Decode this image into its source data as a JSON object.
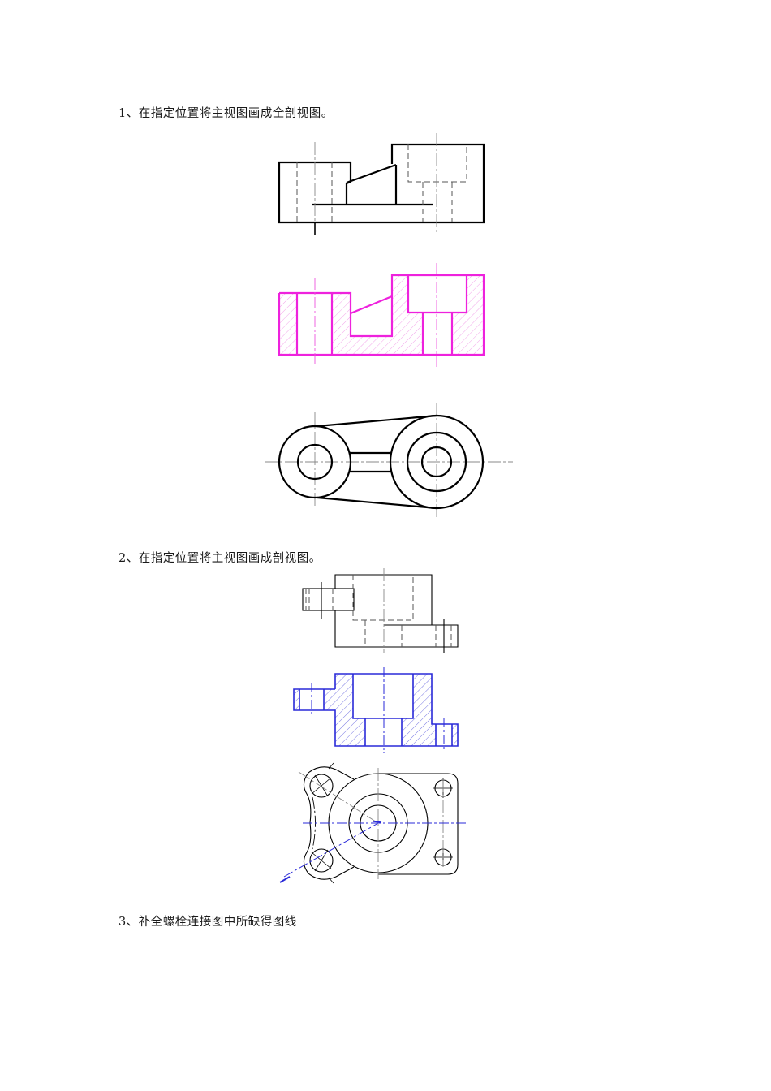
{
  "questions": [
    {
      "number": "1",
      "text": "1、在指定位置将主视图画成全剖视图。"
    },
    {
      "number": "2",
      "text": "2、在指定位置将主视图画成剖视图。"
    },
    {
      "number": "3",
      "text": "3、补全螺栓连接图中所缺得图线"
    }
  ],
  "figures": {
    "q1_front_view": {
      "label": "主视图 (original, hidden lines)",
      "color": "#000000"
    },
    "q1_section_answer": {
      "label": "全剖视图 (answer)",
      "color": "#ee22dd",
      "hatch": true
    },
    "q1_top_view": {
      "label": "俯视图",
      "color": "#000000"
    },
    "q2_front_view": {
      "label": "主视图 (original)",
      "color": "#000000"
    },
    "q2_section_answer": {
      "label": "剖视图 (answer)",
      "color": "#2a2ad8",
      "hatch": true
    },
    "q2_top_view": {
      "label": "俯视图 with section line",
      "color": "#000000",
      "section_line_color": "#2a2ad8"
    }
  },
  "colors": {
    "ink": "#000000",
    "answer_q1": "#ee22dd",
    "answer_q2": "#2a2ad8"
  }
}
